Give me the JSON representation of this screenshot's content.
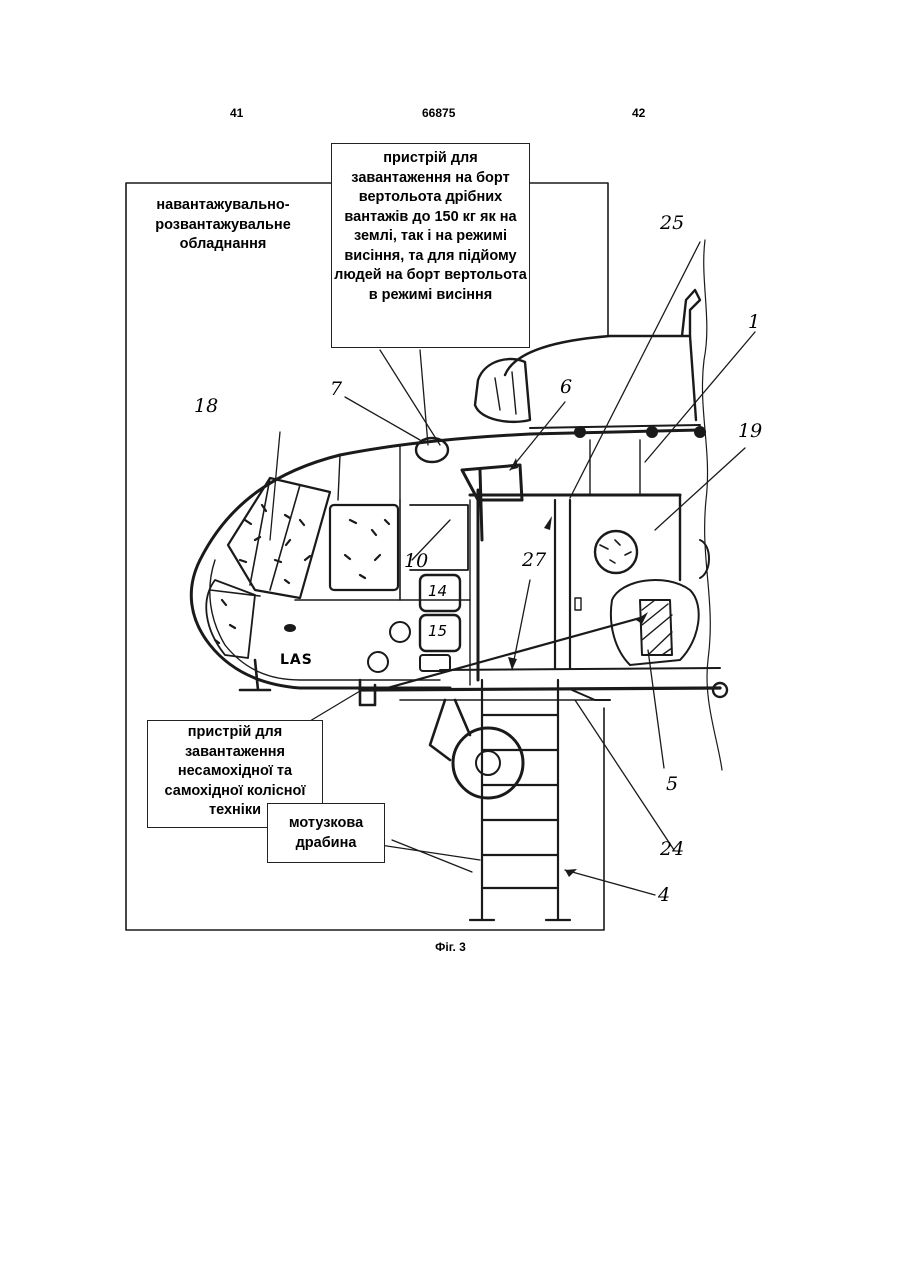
{
  "header": {
    "page_left": "41",
    "patent_number": "66875",
    "page_right": "42"
  },
  "callouts": {
    "top_box": "пристрій для завантаження на борт вертольота дрібних вантажів до 150 кг як на землі, так і на режимі висіння, та для підйому людей на борт вертольота в режимі висіння",
    "frame_label": "навантажувально-розвантажувальне обладнання",
    "wheel_box": "пристрій для завантаження несамохідної та самохідної колісної техніки",
    "ladder_box": "мотузкова драбина"
  },
  "reference_labels": {
    "n1": "1",
    "n4": "4",
    "n5": "5",
    "n6": "6",
    "n7": "7",
    "n10": "10",
    "n14": "14",
    "n15": "15",
    "n18": "18",
    "n19": "19",
    "n24": "24",
    "n25": "25",
    "n27": "27"
  },
  "fuselage_text": "LAS",
  "caption": "Фіг. 3"
}
